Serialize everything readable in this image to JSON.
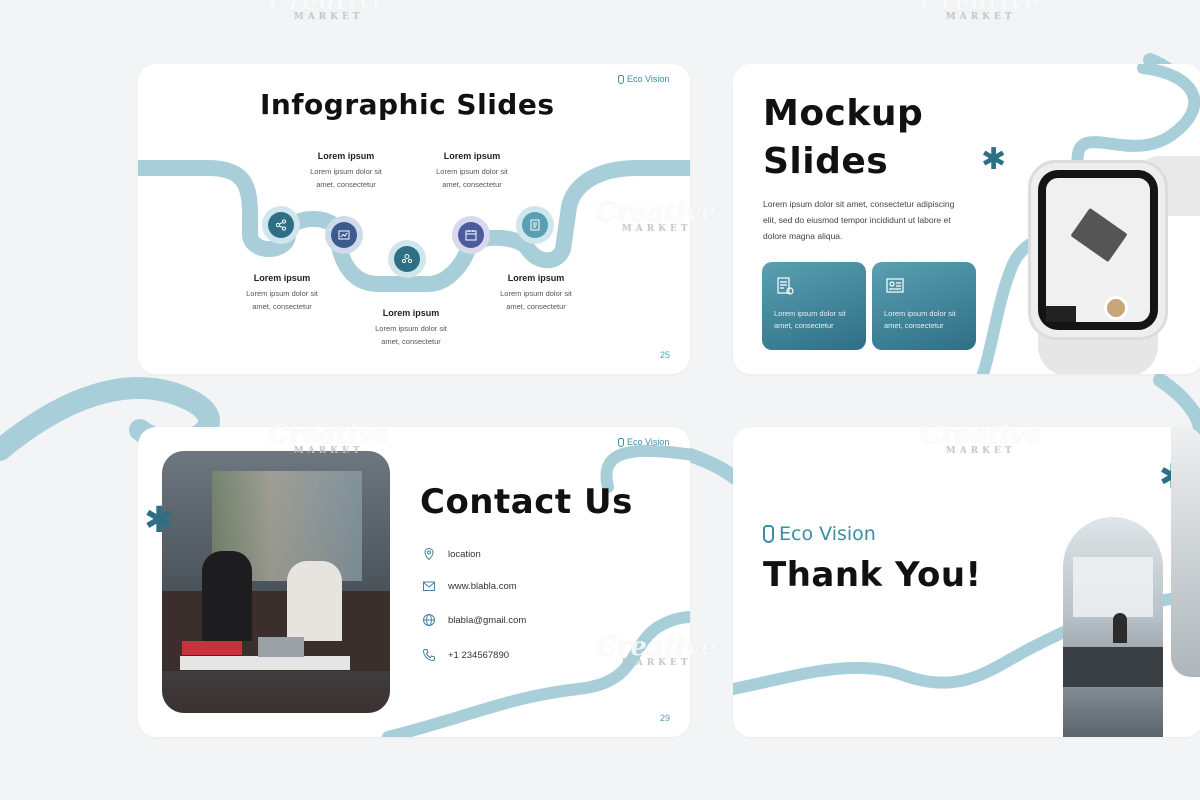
{
  "brand": "Eco Vision",
  "slide1": {
    "title": "Infographic Slides",
    "steps": [
      {
        "label": "Lorem ipsum",
        "line1": "Lorem ipsum dolor sit",
        "line2": "amet, consectetur"
      },
      {
        "label": "Lorem ipsum",
        "line1": "Lorem ipsum dolor sit",
        "line2": "amet, consectetur"
      },
      {
        "label": "Lorem ipsum",
        "line1": "Lorem ipsum dolor sit",
        "line2": "amet, consectetur"
      },
      {
        "label": "Lorem ipsum",
        "line1": "Lorem ipsum dolor sit",
        "line2": "amet, consectetur"
      },
      {
        "label": "Lorem ipsum",
        "line1": "Lorem ipsum dolor sit",
        "line2": "amet, consectetur"
      }
    ],
    "page": "25"
  },
  "slide2": {
    "title_line1": "Mockup",
    "title_line2": "Slides",
    "body_line1": "Lorem ipsum dolor sit amet, consectetur adipiscing",
    "body_line2": "elit, sed do eiusmod tempor incididunt ut labore et",
    "body_line3": "dolore magna aliqua.",
    "cards": [
      {
        "line1": "Lorem ipsum dolor sit",
        "line2": "amet, consectetur",
        "icon": "checklist-icon"
      },
      {
        "line1": "Lorem ipsum dolor sit",
        "line2": "amet, consectetur",
        "icon": "id-card-icon"
      }
    ]
  },
  "slide3": {
    "title": "Contact Us",
    "items": [
      {
        "icon": "location-pin-icon",
        "text": "location"
      },
      {
        "icon": "mail-icon",
        "text": "www.blabla.com"
      },
      {
        "icon": "globe-icon",
        "text": "blabla@gmail.com"
      },
      {
        "icon": "phone-icon",
        "text": "+1 234567890"
      }
    ],
    "page": "29"
  },
  "slide4": {
    "brand": "Eco Vision",
    "title": "Thank You!"
  },
  "watermark": {
    "word": "Creative",
    "sub": "MARKET"
  },
  "colors": {
    "accent": "#a8cfd9",
    "dark_teal": "#2e6f86",
    "mid_teal": "#5a9fb2",
    "navy": "#3d5a8c"
  }
}
